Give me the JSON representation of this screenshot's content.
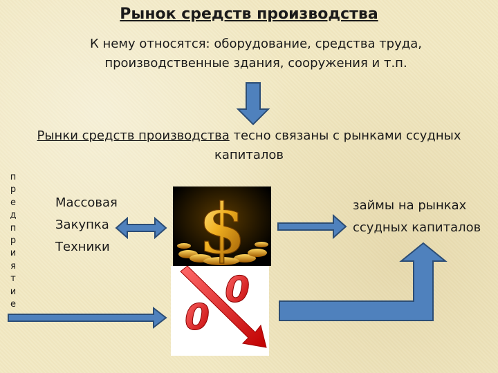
{
  "header": {
    "title": "Рынок средств производства",
    "subtitle_line1": "К нему относятся: оборудование, средства труда,",
    "subtitle_line2": "производственные здания, сооружения и т.п."
  },
  "linked": {
    "underlined": "Рынки средств производства",
    "rest": " тесно связаны с рынками ссудных",
    "line2": "капиталов"
  },
  "vertical_letters": [
    "п",
    "р",
    "е",
    "д",
    "п",
    "р",
    "и",
    "я",
    "т",
    "и",
    "е"
  ],
  "left_list": [
    "Массовая",
    "Закупка",
    "Техники"
  ],
  "right_text": [
    "займы на рынках",
    "ссудных капиталов"
  ],
  "pictures": {
    "dollar_symbol": "$",
    "percent_zero_top": "0",
    "percent_zero_bottom": "0"
  },
  "colors": {
    "arrow_fill": "#4f81bd",
    "arrow_stroke": "#2c4d75",
    "gold": "#e8a317",
    "percent_red": "#e02020",
    "background": "#f2e9c4"
  },
  "icons": [
    "down-arrow-icon",
    "double-arrow-icon",
    "right-arrow-icon",
    "dollar-icon",
    "percent-icon"
  ]
}
